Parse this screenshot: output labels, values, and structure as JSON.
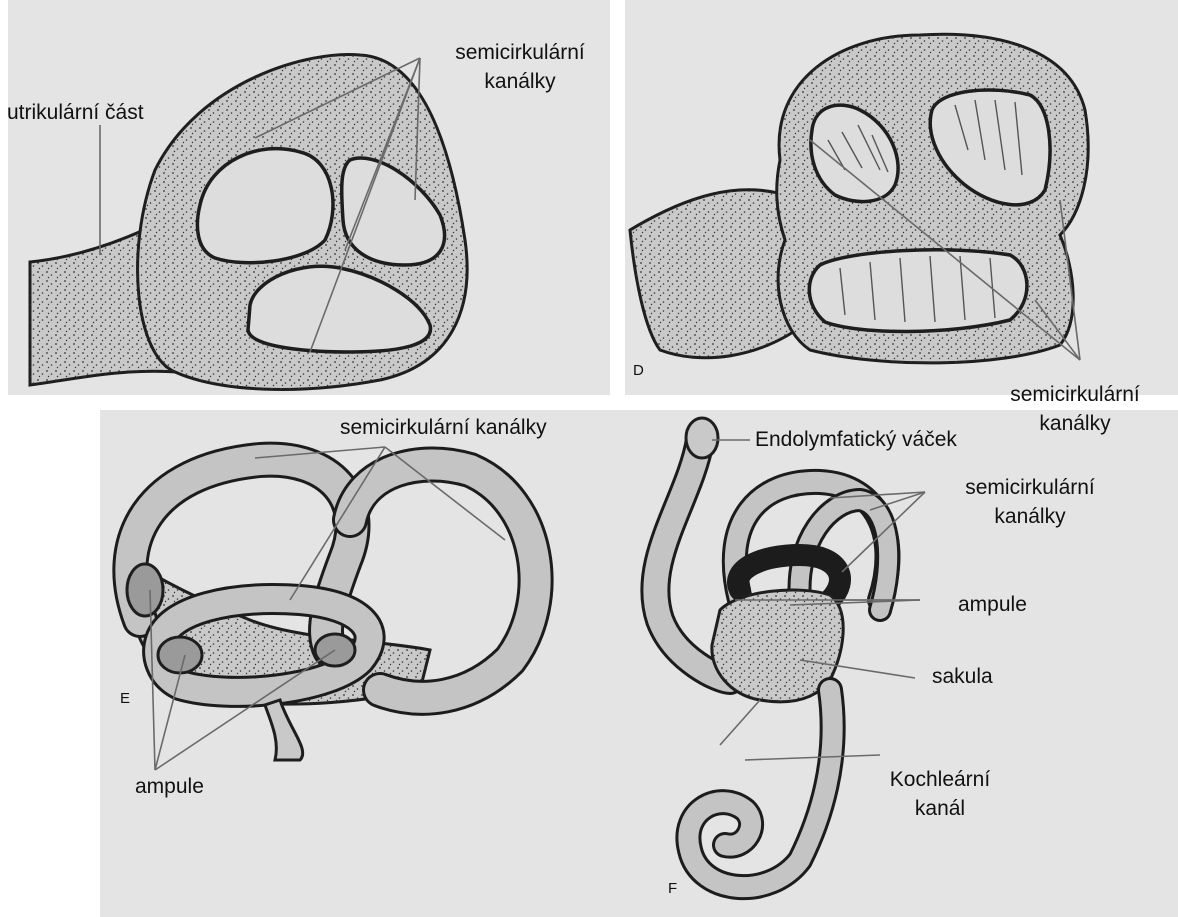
{
  "labels": {
    "c_canals_1": "semicirkulární",
    "c_canals_2": "kanálky",
    "c_utricle": "utrikulární část",
    "d_canals_1": "semicirkulární",
    "d_canals_2": "kanálky",
    "e_canals": "semicirkulární kanálky",
    "e_ampullae": "ampule",
    "f_endolymph": "Endolymfatický váček",
    "f_canals_1": "semicirkulární",
    "f_canals_2": "kanálky",
    "f_ampullae": "ampule",
    "f_saccule": "sakula",
    "f_cochlear_1": "Kochleární",
    "f_cochlear_2": "kanál"
  },
  "panel_letters": {
    "d": "D",
    "e": "E",
    "f": "F"
  },
  "colors": {
    "structure_fill": "#c9c9c9",
    "outline": "#1e1e1e",
    "page_background": "#e4e4e4",
    "leader_lines": "#6a6a6a"
  }
}
